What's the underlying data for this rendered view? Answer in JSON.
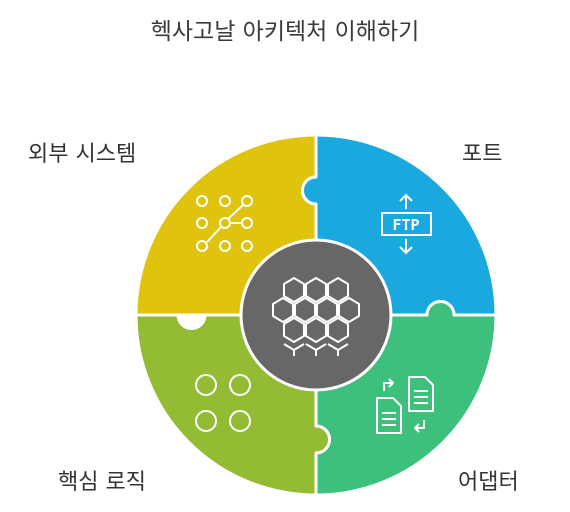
{
  "title": "헥사고날 아키텍처 이해하기",
  "quadrants": [
    {
      "label": "외부 시스템",
      "color": "#e0c30c",
      "icon": "network-nodes-icon"
    },
    {
      "label": "포트",
      "color": "#1aa9de",
      "icon": "ftp-transfer-icon"
    },
    {
      "label": "어댑터",
      "color": "#3ec07d",
      "icon": "document-exchange-icon"
    },
    {
      "label": "핵심 로직",
      "color": "#93bb33",
      "icon": "four-circles-icon"
    }
  ],
  "center": {
    "color": "#676767",
    "icon": "hexagon-honeycomb-icon"
  },
  "ftp_text": "FTP"
}
